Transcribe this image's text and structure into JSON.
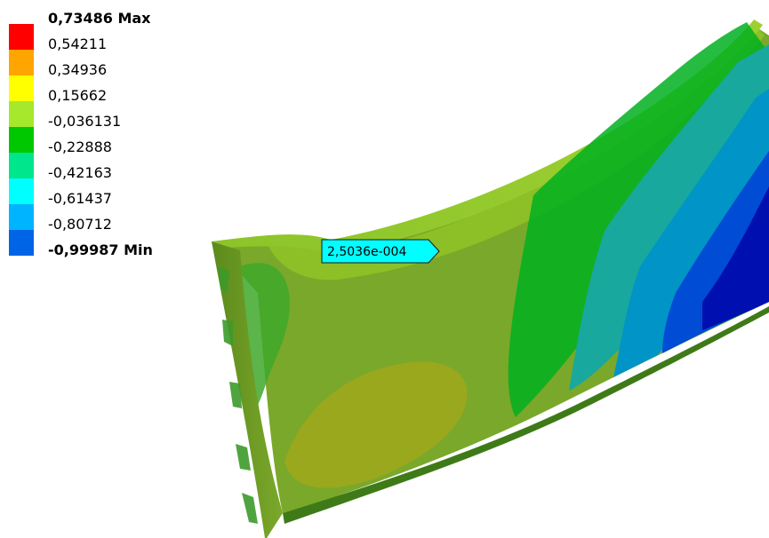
{
  "legend": {
    "entries": [
      {
        "label": "0,73486 Max",
        "color": "#ff0000",
        "bold": true
      },
      {
        "label": "0,54211",
        "color": "#ffa500",
        "bold": false
      },
      {
        "label": "0,34936",
        "color": "#ffff00",
        "bold": false
      },
      {
        "label": "0,15662",
        "color": "#a6e82c",
        "bold": false
      },
      {
        "label": "-0,036131",
        "color": "#00c800",
        "bold": false
      },
      {
        "label": "-0,22888",
        "color": "#00e68c",
        "bold": false
      },
      {
        "label": "-0,42163",
        "color": "#00ffff",
        "bold": false
      },
      {
        "label": "-0,61437",
        "color": "#00b4ff",
        "bold": false
      },
      {
        "label": "-0,80712",
        "color": "#0064e6",
        "bold": false
      },
      {
        "label": "-0,99987 Min",
        "color": "#0000e0",
        "bold": true
      }
    ]
  },
  "probe": {
    "label": "2,5036e-004",
    "color": "#00ffff"
  },
  "colors": {
    "background": "#ffffff",
    "surface_main": "#7aa82a",
    "surface_top": "#94cc24",
    "surface_bottom": "#4e8a1a",
    "hot_spot": "#9caa22",
    "green_band": "#00b81c",
    "teal_band": "#16a8a0",
    "cyan_band": "#0096c8",
    "blue_band": "#0050d8",
    "deep_blue": "#0010b4"
  }
}
